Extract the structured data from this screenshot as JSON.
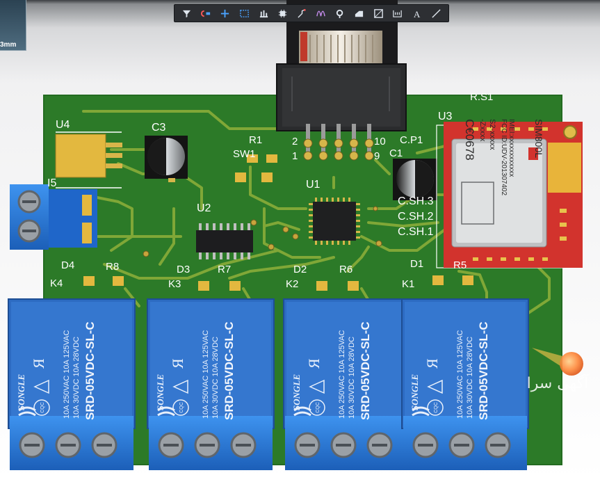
{
  "viewport": {
    "scale_label": "3mm"
  },
  "toolbar": {
    "tools": [
      {
        "name": "filter",
        "icon": "filter-icon"
      },
      {
        "name": "net-highlight",
        "icon": "net-highlight-icon"
      },
      {
        "name": "place",
        "icon": "crosshair-icon"
      },
      {
        "name": "select-rect",
        "icon": "select-rect-icon"
      },
      {
        "name": "align",
        "icon": "align-icon"
      },
      {
        "name": "component",
        "icon": "component-icon"
      },
      {
        "name": "route",
        "icon": "route-icon"
      },
      {
        "name": "diff-pair",
        "icon": "diff-pair-icon"
      },
      {
        "name": "via",
        "icon": "via-icon"
      },
      {
        "name": "polygon",
        "icon": "polygon-icon"
      },
      {
        "name": "region",
        "icon": "region-icon"
      },
      {
        "name": "dimension",
        "icon": "dimension-icon"
      },
      {
        "name": "text",
        "icon": "text-icon"
      },
      {
        "name": "line",
        "icon": "line-icon"
      }
    ]
  },
  "pcb": {
    "colors": {
      "board": "#2e7d2a",
      "trace": "#9fbd3a",
      "silk": "#ffffff",
      "relay": "#2f6fc6",
      "terminal": "#2b7fe0",
      "gsm_module": "#d4312c",
      "pad": "#e0b847"
    },
    "labels": {
      "u4": "U4",
      "c3": "C3",
      "r1": "R1",
      "sw1": "SW1",
      "u2": "U2",
      "u1": "U1",
      "u3": "U3",
      "rs1": "R.S1",
      "cp1": "C.P1",
      "c1": "C1",
      "csh3": "C.SH.3",
      "csh2": "C.SH.2",
      "csh1": "C.SH.1",
      "i5": "I5",
      "pin2": "2",
      "pin1": "1",
      "pin10": "10",
      "pin9": "9",
      "d4": "D4",
      "r8": "R8",
      "k4": "K4",
      "d3": "D3",
      "r7": "R7",
      "k3": "K3",
      "d2": "D2",
      "r6": "R6",
      "k2": "K2",
      "d1": "D1",
      "r5": "R5",
      "k1": "K1"
    },
    "relay": {
      "brand": "SONGLE",
      "model": "SRD-05VDC-SL-C",
      "rating_1": "10A 250VAC  10A 125VAC",
      "rating_2": "10A  30VDC  10A  28VDC",
      "cert": "CQC",
      "ul": "Я"
    },
    "gsm": {
      "model": "SIM800L",
      "line_1": "IMEI:xxxxxxxxxxxx",
      "line_2": "FCC ID:UDV-201307402",
      "line_3": "S2-xxxxx",
      "line_4": "-Zxxxx",
      "ce": "C€0678"
    },
    "watermark": "آگهی سرا"
  }
}
